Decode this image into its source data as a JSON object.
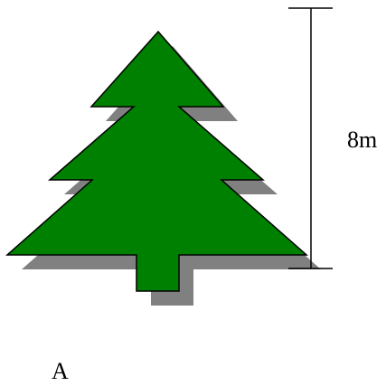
{
  "diagram": {
    "height_label": "8m",
    "figure_label": "A",
    "colors": {
      "tree_fill": "#008000",
      "tree_stroke": "#000000",
      "shadow": "#808080",
      "line": "#000000"
    },
    "icons": [
      "tree-icon",
      "tree-shadow"
    ]
  }
}
